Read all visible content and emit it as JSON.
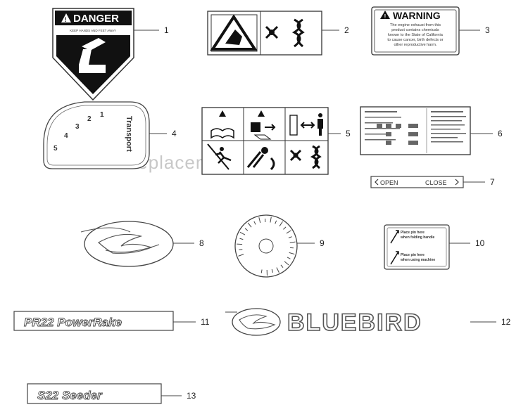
{
  "watermark": "eReplacementParts.com",
  "items": {
    "i1": {
      "num": "1",
      "title": "DANGER",
      "sub": "KEEP HANDS AND FEET AWAY"
    },
    "i2": {
      "num": "2"
    },
    "i3": {
      "num": "3",
      "title": "WARNING",
      "lines": [
        "The engine exhaust from this",
        "product contains chemicals",
        "known to the State of California",
        "to cause cancer, birth defects or",
        "other reproductive harm."
      ]
    },
    "i4": {
      "num": "4",
      "speeds": [
        "5",
        "4",
        "3",
        "2",
        "1"
      ],
      "word": "Transport"
    },
    "i5": {
      "num": "5"
    },
    "i6": {
      "num": "6"
    },
    "i7": {
      "num": "7",
      "open": "OPEN",
      "close": "CLOSE"
    },
    "i8": {
      "num": "8"
    },
    "i9": {
      "num": "9"
    },
    "i10": {
      "num": "10",
      "line1": "Place pin here",
      "line2": "when folding handle",
      "line3": "Place pin here",
      "line4": "when using machine"
    },
    "i11": {
      "num": "11",
      "text": "PR22 PowerRake"
    },
    "i12": {
      "num": "12",
      "text": "BLUEBIRD"
    },
    "i13": {
      "num": "13",
      "text": "S22 Seeder"
    }
  }
}
